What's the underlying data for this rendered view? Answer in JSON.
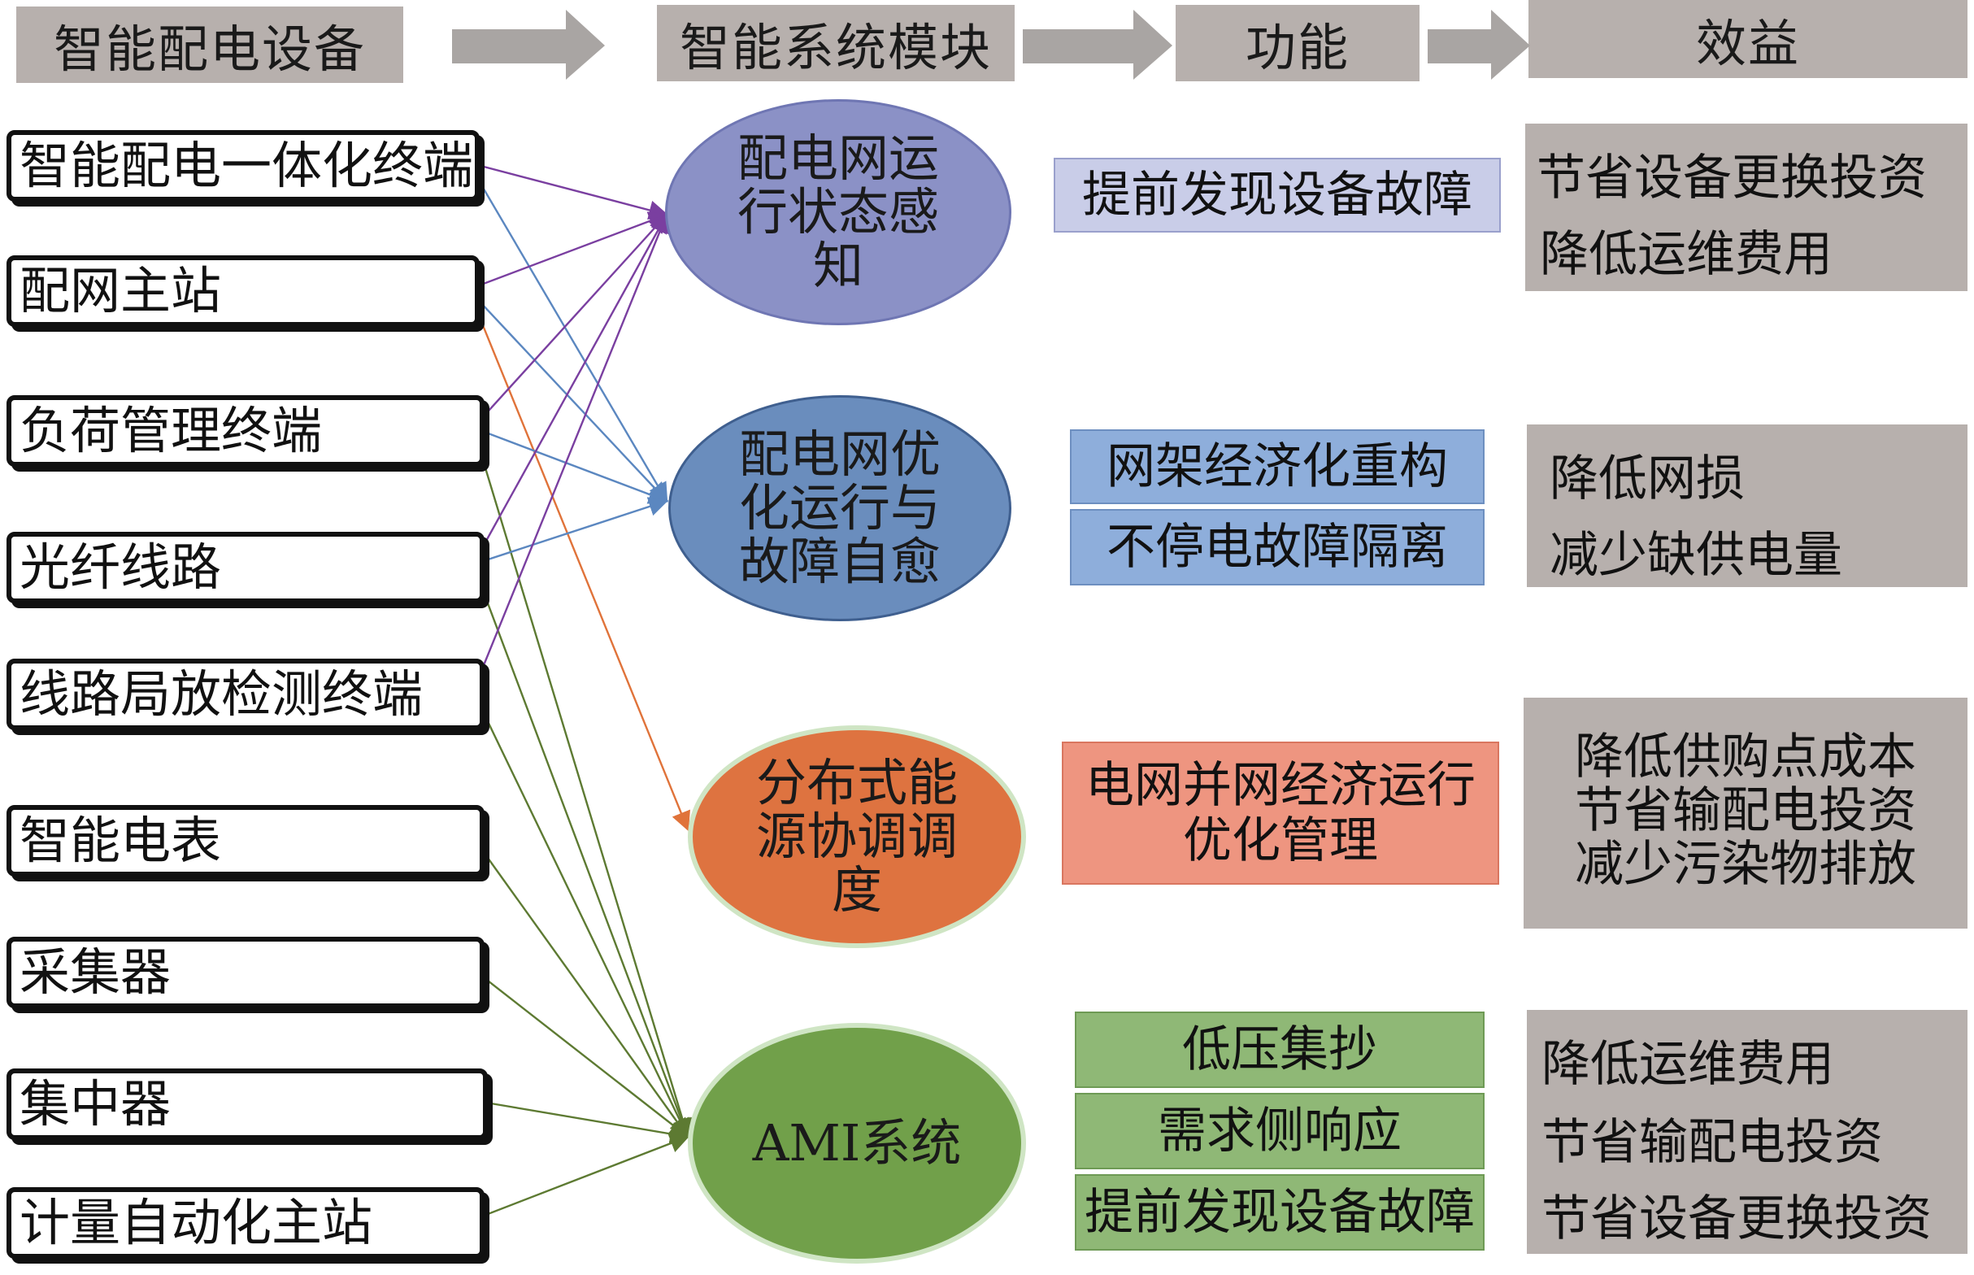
{
  "headers": {
    "devices": "智能配电设备",
    "modules": "智能系统模块",
    "functions": "功能",
    "benefits": "效益"
  },
  "devices": [
    "智能配电一体化终端",
    "配网主站",
    "负荷管理终端",
    "光纤线路",
    "线路局放检测终端",
    "智能电表",
    "采集器",
    "集中器",
    "计量自动化主站"
  ],
  "modules": [
    {
      "label": "配电网运行状态感知",
      "lines": [
        "配电网运",
        "行状态感",
        "知"
      ],
      "color": "#8b91c6"
    },
    {
      "label": "配电网优化运行与故障自愈",
      "lines": [
        "配电网优",
        "化运行与",
        "故障自愈"
      ],
      "color": "#6a8dbd"
    },
    {
      "label": "分布式能源协调调度",
      "lines": [
        "分布式能",
        "源协调调",
        "度"
      ],
      "color": "#de7340"
    },
    {
      "label": "AMI系统",
      "lines": [
        "AMI系统"
      ],
      "color": "#71a04a"
    }
  ],
  "functions": {
    "m1": [
      "提前发现设备故障"
    ],
    "m2": [
      "网架经济化重构",
      "不停电故障隔离"
    ],
    "m3": [
      "电网并网经济运行",
      "优化管理"
    ],
    "m4": [
      "低压集抄",
      "需求侧响应",
      "提前发现设备故障"
    ]
  },
  "benefits": {
    "m1": [
      "节省设备更换投资",
      "降低运维费用"
    ],
    "m2": [
      "降低网损",
      "减少缺供电量"
    ],
    "m3": [
      "降低供购点成本",
      "节省输配电投资",
      "减少污染物排放"
    ],
    "m4": [
      "降低运维费用",
      "节省输配电投资",
      "节省设备更换投资"
    ]
  },
  "connections": [
    {
      "from": 0,
      "to": 0,
      "color": "#7a3fa0"
    },
    {
      "from": 0,
      "to": 1,
      "color": "#5b87c0"
    },
    {
      "from": 1,
      "to": 0,
      "color": "#7a3fa0"
    },
    {
      "from": 1,
      "to": 1,
      "color": "#5b87c0"
    },
    {
      "from": 1,
      "to": 2,
      "color": "#e0733a"
    },
    {
      "from": 2,
      "to": 0,
      "color": "#7a3fa0"
    },
    {
      "from": 2,
      "to": 1,
      "color": "#5b87c0"
    },
    {
      "from": 2,
      "to": 3,
      "color": "#5d7a32"
    },
    {
      "from": 3,
      "to": 0,
      "color": "#7a3fa0"
    },
    {
      "from": 3,
      "to": 1,
      "color": "#5b87c0"
    },
    {
      "from": 3,
      "to": 3,
      "color": "#5d7a32"
    },
    {
      "from": 4,
      "to": 0,
      "color": "#7a3fa0"
    },
    {
      "from": 4,
      "to": 3,
      "color": "#5d7a32"
    },
    {
      "from": 5,
      "to": 3,
      "color": "#5d7a32"
    },
    {
      "from": 6,
      "to": 3,
      "color": "#5d7a32"
    },
    {
      "from": 7,
      "to": 3,
      "color": "#5d7a32"
    },
    {
      "from": 8,
      "to": 3,
      "color": "#5d7a32"
    }
  ],
  "colors": {
    "header_bg": "#b7b0ad",
    "arrow": "#a9a5a3",
    "fn1_bg": "#c9cde8",
    "fn2_bg": "#8eaedb",
    "fn3_bg": "#ee9580",
    "fn4_bg": "#8fb876",
    "benefit_bg": "#b7b0ad"
  }
}
